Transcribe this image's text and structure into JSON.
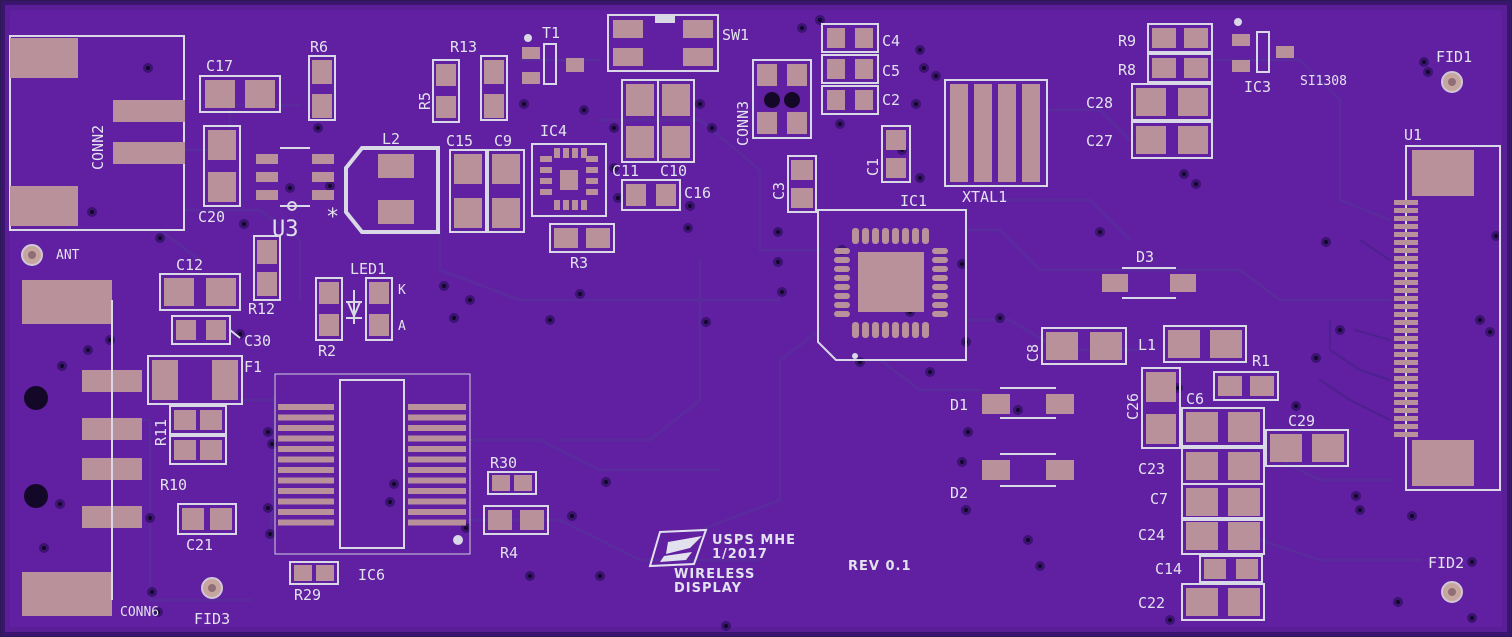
{
  "labels": {
    "conn2": "CONN2",
    "c17": "C17",
    "r6": "R6",
    "r13": "R13",
    "t1": "T1",
    "sw1": "SW1",
    "c4": "C4",
    "c5": "C5",
    "c2": "C2",
    "r9": "R9",
    "r8": "R8",
    "fid1": "FID1",
    "ic3": "IC3",
    "si1308": "SI1308",
    "c28": "C28",
    "c27": "C27",
    "r5": "R5",
    "conn3": "CONN3",
    "l2": "L2",
    "c15": "C15",
    "c9": "C9",
    "ic4": "IC4",
    "c11": "C11",
    "c10": "C10",
    "c16": "C16",
    "c1": "C1",
    "c3": "C3",
    "xtal1": "XTAL1",
    "u1": "U1",
    "c20": "C20",
    "u3": "U3",
    "u3_marker": "*",
    "ic1": "IC1",
    "ant": "ANT",
    "r3": "R3",
    "c12": "C12",
    "led1": "LED1",
    "led_k": "K",
    "led_a": "A",
    "d3": "D3",
    "r12": "R12",
    "c30": "C30",
    "r2": "R2",
    "c8": "C8",
    "l1": "L1",
    "r1": "R1",
    "f1": "F1",
    "c26": "C26",
    "c6": "C6",
    "d1": "D1",
    "c29": "C29",
    "r11": "R11",
    "r10": "R10",
    "r30": "R30",
    "c23": "C23",
    "d2": "D2",
    "c7": "C7",
    "r4": "R4",
    "c21": "C21",
    "c24": "C24",
    "c14": "C14",
    "fid2": "FID2",
    "r29": "R29",
    "ic6": "IC6",
    "conn6": "CONN6",
    "fid3": "FID3",
    "c22": "C22"
  },
  "logo": {
    "line1": "USPS MHE",
    "line2": "1/2017",
    "line3": "WIRELESS",
    "line4": "DISPLAY"
  },
  "revision": "REV 0.1",
  "colors": {
    "board": "#5a1e96",
    "copper_fill": "#611fa1",
    "pad": "#b8919a",
    "silkscreen": "#d8d8e6"
  }
}
